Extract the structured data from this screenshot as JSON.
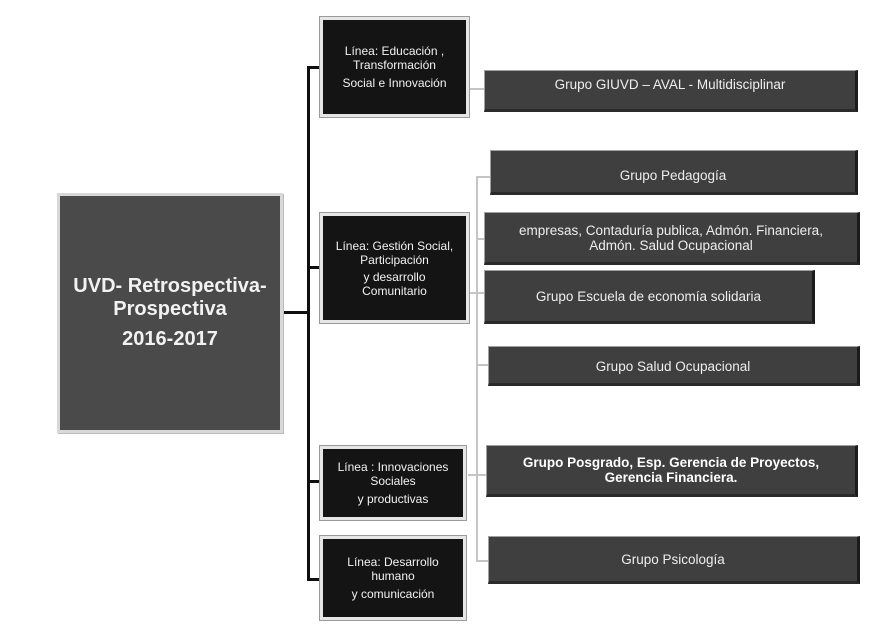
{
  "root": {
    "title_line1": "UVD- Retrospectiva-",
    "title_line2": "Prospectiva",
    "years": "2016-2017"
  },
  "lines": [
    {
      "text_1": "Línea:  Educación ,",
      "text_2": "Transformación",
      "text_3": "Social e Innovación"
    },
    {
      "text_1": "Línea: Gestión Social,",
      "text_2": "Participación",
      "text_3": "y desarrollo",
      "text_4": "Comunitario"
    },
    {
      "text_1": "Línea : Innovaciones",
      "text_2": "Sociales",
      "text_3": "y productivas"
    },
    {
      "text_1": "Línea: Desarrollo",
      "text_2": "humano",
      "text_3": "y comunicación"
    }
  ],
  "groups": [
    {
      "text_1": "Grupo GIUVD – AVAL - Multidisciplinar"
    },
    {
      "text_1": "Grupo Pedagogía"
    },
    {
      "text_1": "empresas, Contaduría publica, Admón. Financiera,",
      "text_2": "Admón. Salud Ocupacional"
    },
    {
      "text_1": "Grupo Escuela de economía solidaria"
    },
    {
      "text_1": "Grupo Salud Ocupacional"
    },
    {
      "text_1": "Grupo Posgrado, Esp. Gerencia de Proyectos,",
      "text_2": "Gerencia Financiera."
    },
    {
      "text_1": "Grupo Psicología"
    }
  ]
}
